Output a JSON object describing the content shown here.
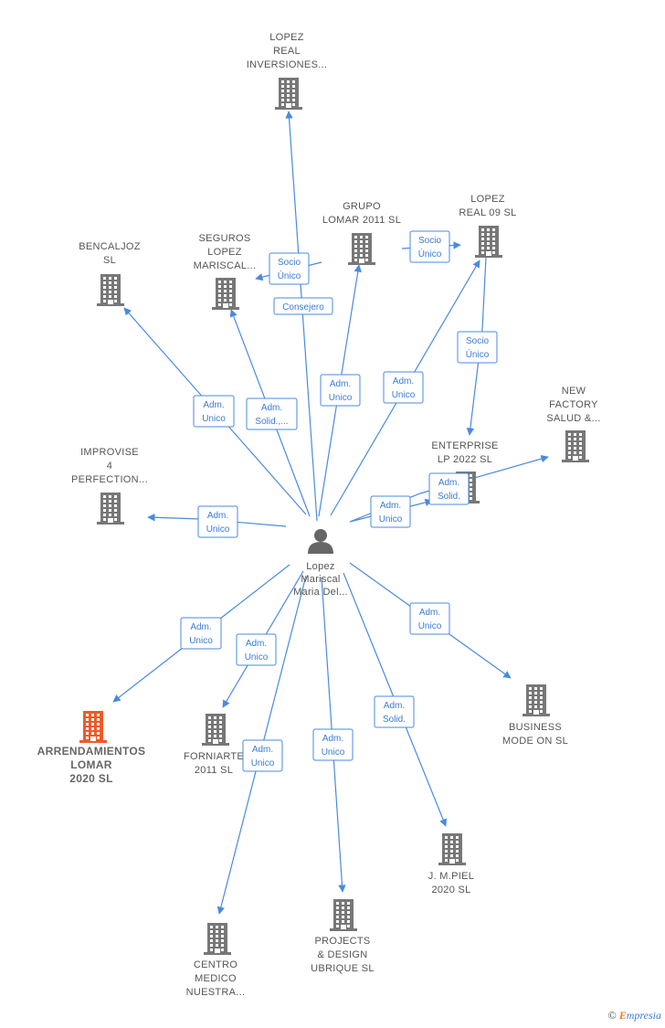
{
  "colors": {
    "building": "#777777",
    "highlight": "#f05a28",
    "edge": "#4a8ae0",
    "edge_text": "#3b7bd4",
    "person": "#666666"
  },
  "nodes": [
    {
      "id": "person",
      "type": "person",
      "label": [
        "Lopez",
        "Mariscal",
        "Maria Del..."
      ]
    },
    {
      "id": "lopez-real-inversiones",
      "type": "company",
      "label": [
        "LOPEZ",
        "REAL",
        "INVERSIONES..."
      ]
    },
    {
      "id": "grupo-lomar",
      "type": "company",
      "label": [
        "GRUPO",
        "LOMAR 2011 SL"
      ]
    },
    {
      "id": "lopez-real-09",
      "type": "company",
      "label": [
        "LOPEZ",
        "REAL 09 SL"
      ]
    },
    {
      "id": "bencaljoz",
      "type": "company",
      "label": [
        "BENCALJOZ",
        "SL"
      ]
    },
    {
      "id": "seguros-lopez",
      "type": "company",
      "label": [
        "SEGUROS",
        "LOPEZ",
        "MARISCAL..."
      ]
    },
    {
      "id": "new-factory",
      "type": "company",
      "label": [
        "NEW",
        "FACTORY",
        "SALUD &..."
      ]
    },
    {
      "id": "enterprise-lp",
      "type": "company",
      "label": [
        "ENTERPRISE",
        "LP 2022  SL"
      ]
    },
    {
      "id": "improvise",
      "type": "company",
      "label": [
        "IMPROVISE",
        "4",
        "PERFECTION..."
      ]
    },
    {
      "id": "arrendamientos",
      "type": "company",
      "highlight": true,
      "label": [
        "ARRENDAMIENTOS",
        "LOMAR",
        "2020  SL"
      ]
    },
    {
      "id": "forniarte",
      "type": "company",
      "label": [
        "FORNIARTE",
        "2011 SL"
      ]
    },
    {
      "id": "business-mode",
      "type": "company",
      "label": [
        "BUSINESS",
        "MODE ON  SL"
      ]
    },
    {
      "id": "jmpiel",
      "type": "company",
      "label": [
        "J. M.PIEL",
        "2020  SL"
      ]
    },
    {
      "id": "centro-medico",
      "type": "company",
      "label": [
        "CENTRO",
        "MEDICO",
        "NUESTRA..."
      ]
    },
    {
      "id": "projects-design",
      "type": "company",
      "label": [
        "PROJECTS",
        "& DESIGN",
        "UBRIQUE  SL"
      ]
    }
  ],
  "edges": [
    {
      "from": "person",
      "to": "lopez-real-inversiones",
      "label": [
        "Consejero"
      ]
    },
    {
      "from": "grupo-lomar",
      "to": "seguros-lopez",
      "label": [
        "Socio",
        "Único"
      ]
    },
    {
      "from": "grupo-lomar",
      "to": "lopez-real-09",
      "label": [
        "Socio",
        "Único"
      ]
    },
    {
      "from": "lopez-real-09",
      "to": "enterprise-lp",
      "label": [
        "Socio",
        "Único"
      ]
    },
    {
      "from": "person",
      "to": "bencaljoz",
      "label": [
        "Adm.",
        "Unico"
      ]
    },
    {
      "from": "person",
      "to": "seguros-lopez",
      "label": [
        "Adm.",
        "Solid.,..."
      ]
    },
    {
      "from": "person",
      "to": "grupo-lomar",
      "label": [
        "Adm.",
        "Unico"
      ]
    },
    {
      "from": "person",
      "to": "lopez-real-09",
      "label": [
        "Adm.",
        "Unico"
      ]
    },
    {
      "from": "person",
      "to": "new-factory",
      "label": [
        "Adm.",
        "Solid."
      ]
    },
    {
      "from": "person",
      "to": "enterprise-lp",
      "label": [
        "Adm.",
        "Unico"
      ]
    },
    {
      "from": "person",
      "to": "improvise",
      "label": [
        "Adm.",
        "Unico"
      ]
    },
    {
      "from": "person",
      "to": "arrendamientos",
      "label": [
        "Adm.",
        "Unico"
      ]
    },
    {
      "from": "person",
      "to": "forniarte",
      "label": [
        "Adm.",
        "Unico"
      ]
    },
    {
      "from": "person",
      "to": "business-mode",
      "label": [
        "Adm.",
        "Unico"
      ]
    },
    {
      "from": "person",
      "to": "jmpiel",
      "label": [
        "Adm.",
        "Solid."
      ]
    },
    {
      "from": "person",
      "to": "centro-medico",
      "label": [
        "Adm.",
        "Unico"
      ]
    },
    {
      "from": "person",
      "to": "projects-design",
      "label": [
        "Adm.",
        "Unico"
      ]
    }
  ],
  "copyright": {
    "symbol": "©",
    "brand_initial": "E",
    "brand_rest": "mpresia"
  }
}
